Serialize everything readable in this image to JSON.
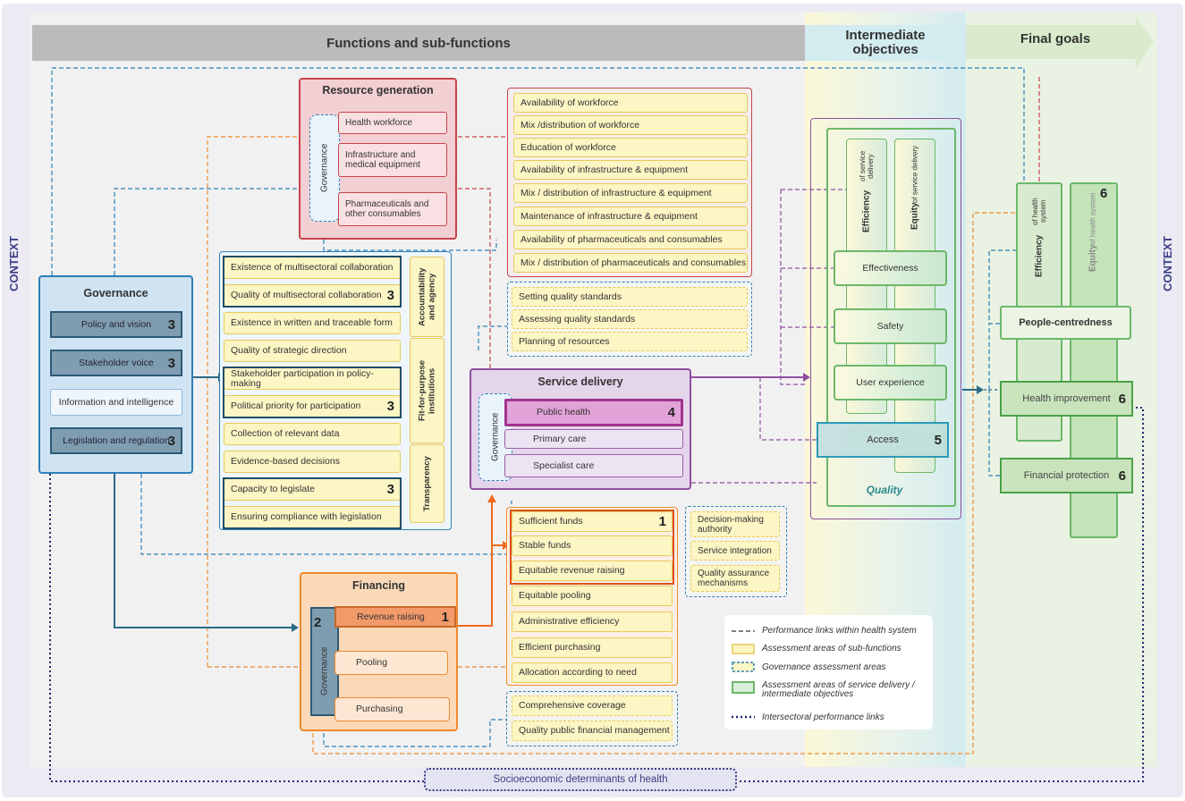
{
  "header": {
    "functions": "Functions and sub-functions",
    "intermediate": "Intermediate objectives",
    "final": "Final goals"
  },
  "context_left": "CONTEXT",
  "context_right": "CONTEXT",
  "governance": {
    "title": "Governance",
    "items": [
      {
        "label": "Policy and vision",
        "num": "3"
      },
      {
        "label": "Stakeholder voice",
        "num": "3"
      },
      {
        "label": "Information and intelligence",
        "num": ""
      },
      {
        "label": "Legislation and regulation",
        "num": "3"
      }
    ]
  },
  "gov_areas": [
    {
      "label": "Existence of multisectoral collaboration",
      "num": ""
    },
    {
      "label": "Quality of multisectoral collaboration",
      "num": "3"
    },
    {
      "label": "Existence in written and traceable form",
      "num": ""
    },
    {
      "label": "Quality of strategic direction",
      "num": ""
    },
    {
      "label": "Stakeholder participation in policy-making",
      "num": ""
    },
    {
      "label": "Political priority for participation",
      "num": "3"
    },
    {
      "label": "Collection of relevant data",
      "num": ""
    },
    {
      "label": "Evidence-based decisions",
      "num": ""
    },
    {
      "label": "Capacity to legislate",
      "num": "3"
    },
    {
      "label": "Ensuring compliance with legislation",
      "num": ""
    }
  ],
  "gov_side": {
    "accountability": "Accountability and agency",
    "fit": "Fit-for-purpose institutions",
    "transparency": "Transparency"
  },
  "resource": {
    "title": "Resource generation",
    "gov_label": "Governance",
    "items": [
      "Health workforce",
      "Infrastructure and medical equipment",
      "Pharmaceuticals and other consumables"
    ]
  },
  "resource_areas": [
    "Availability of workforce",
    "Mix /distribution of workforce",
    "Education of workforce",
    "Availability of infrastructure & equipment",
    "Mix / distribution of infrastructure & equipment",
    "Maintenance of infrastructure & equipment",
    "Availability of pharmaceuticals and consumables",
    "Mix / distribution of pharmaceuticals and consumables"
  ],
  "resource_gov_areas": [
    "Setting quality standards",
    "Assessing quality standards",
    "Planning of resources"
  ],
  "service": {
    "title": "Service delivery",
    "gov_label": "Governance",
    "items": [
      {
        "label": "Public health",
        "num": "4"
      },
      {
        "label": "Primary care",
        "num": ""
      },
      {
        "label": "Specialist care",
        "num": ""
      }
    ]
  },
  "service_gov_areas": [
    "Decision-making authority",
    "Service integration",
    "Quality assurance mechanisms"
  ],
  "financing": {
    "title": "Financing",
    "gov_label": "Governance",
    "gov_num": "2",
    "items": [
      {
        "label": "Revenue raising",
        "num": "1"
      },
      {
        "label": "Pooling",
        "num": ""
      },
      {
        "label": "Purchasing",
        "num": ""
      }
    ]
  },
  "financing_areas": [
    {
      "label": "Sufficient funds",
      "num": "1"
    },
    {
      "label": "Stable funds",
      "num": ""
    },
    {
      "label": "Equitable revenue raising",
      "num": ""
    },
    {
      "label": "Equitable pooling",
      "num": ""
    },
    {
      "label": "Administrative efficiency",
      "num": ""
    },
    {
      "label": "Efficient purchasing",
      "num": ""
    },
    {
      "label": "Allocation according to need",
      "num": ""
    }
  ],
  "financing_gov_areas": [
    "Comprehensive coverage",
    "Quality public financial management"
  ],
  "intermediate": {
    "efficiency_title": "Efficiency",
    "efficiency_sub": "of service delivery",
    "equity_title": "Equity",
    "equity_sub": "of service delivery",
    "items": [
      "Effectiveness",
      "Safety",
      "User experience"
    ],
    "access": "Access",
    "access_num": "5",
    "quality": "Quality"
  },
  "final": {
    "efficiency_title": "Efficiency",
    "efficiency_sub": "of health system",
    "equity_title": "Equity",
    "equity_sub": "of health system",
    "equity_num": "6",
    "people": "People-centredness",
    "health": "Health improvement",
    "health_num": "6",
    "financial": "Financial protection",
    "financial_num": "6"
  },
  "legend": [
    "Performance links within health system",
    "Assessment areas of sub-functions",
    "Governance assessment areas",
    "Assessment areas of service delivery / intermediate objectives",
    "Intersectoral performance links"
  ],
  "socio": "Socioeconomic determinants of health",
  "colors": {
    "header_gray": "#b9b6b9",
    "intermediate_band": "#cfe9ef",
    "final_band": "#d8ebcf",
    "resource": "#c9434b",
    "service": "#8f4fa0",
    "financing": "#ef8a2e",
    "governance": "#2d7fb8",
    "green": "#6cb86a",
    "context": "#3b3f86"
  }
}
